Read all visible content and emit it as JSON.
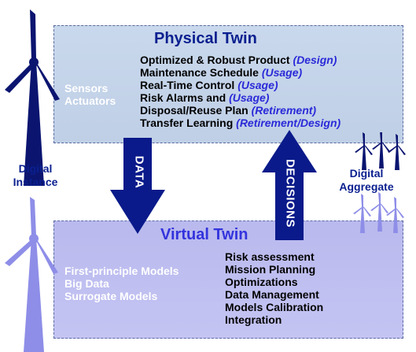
{
  "physical": {
    "title": "Physical Twin",
    "sensors": "Sensors",
    "actuators": "Actuators",
    "items": [
      {
        "text": "Optimized & Robust Product ",
        "tag": "(Design)"
      },
      {
        "text": "Maintenance Schedule ",
        "tag": "(Usage)"
      },
      {
        "text": "Real-Time Control ",
        "tag": "(Usage)"
      },
      {
        "text": "Risk Alarms and ",
        "tag": "(Usage)"
      },
      {
        "text": "Disposal/Reuse Plan ",
        "tag": "(Retirement)"
      },
      {
        "text": "Transfer Learning ",
        "tag": "(Retirement/Design)"
      }
    ]
  },
  "virtual": {
    "title": "Virtual Twin",
    "left_items": [
      "First-principle Models",
      "Big Data",
      "Surrogate Models"
    ],
    "right_items": [
      "Risk assessment",
      "Mission Planning",
      "Optimizations",
      "Data Management",
      "Models Calibration",
      "Integration"
    ]
  },
  "arrows": {
    "data": "DATA",
    "decisions": "DECISIONS"
  },
  "labels": {
    "digital_instance": [
      "Digital",
      "Instance"
    ],
    "digital_aggregate": [
      "Digital",
      "Aggregate"
    ]
  },
  "colors": {
    "physical_box": "#c9d8ec",
    "virtual_box": "#c4c4f3",
    "arrow_navy": "#0a1a8a",
    "tag_blue": "#2a2ad8",
    "turbine_navy": "#0b1570",
    "turbine_light": "#8e8ee8"
  }
}
